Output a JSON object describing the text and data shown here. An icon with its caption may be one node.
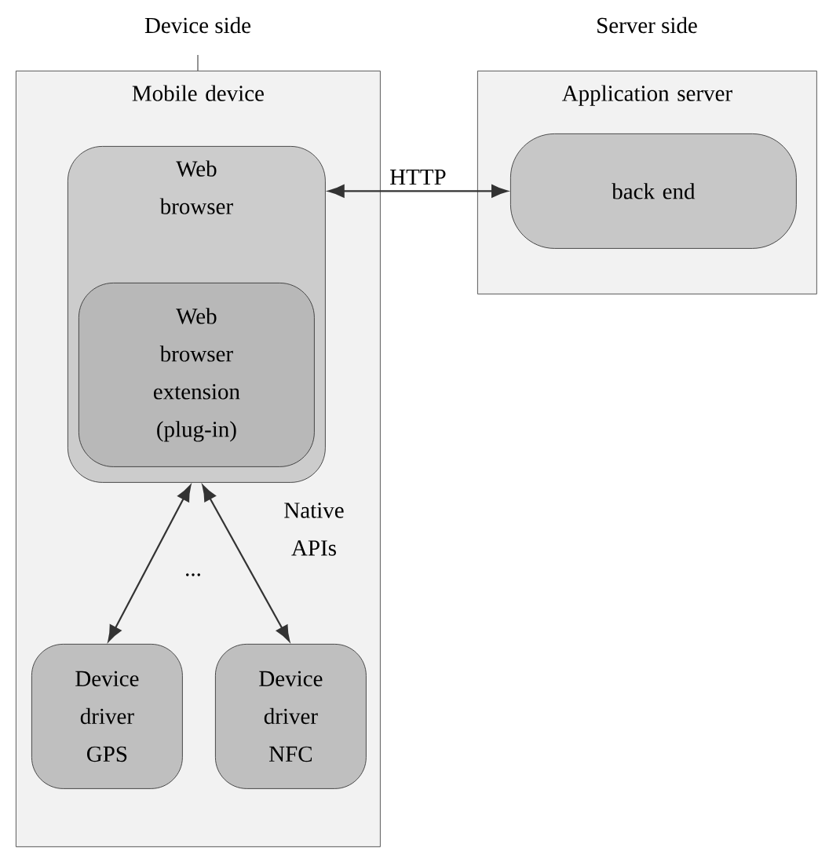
{
  "diagram": {
    "nodes": [
      {
        "text": [
          "Mobile device"
        ]
      },
      {
        "text": [
          "Web browser"
        ],
        "in": 0
      },
      {
        "text": [
          "Web browser extension (plug-in)"
        ],
        "in": 1
      },
      {
        "text": [
          "Device driver GPS"
        ],
        "in": 0
      },
      {
        "text": [
          "Device driver NFC"
        ],
        "in": 0
      },
      {
        "text": [
          "Application server"
        ]
      },
      {
        "text": [
          "back end"
        ],
        "in": 5
      }
    ],
    "edges": [
      {
        "from": 6,
        "to": 1,
        "arrow": "both",
        "label": "HTTP"
      },
      {
        "from": 1,
        "to": 3,
        "arrow": "both"
      },
      {
        "from": 1,
        "to": 4,
        "arrow": "both"
      }
    ],
    "labels": [
      "Device side",
      "Server side",
      "Native APIs",
      "..."
    ]
  }
}
